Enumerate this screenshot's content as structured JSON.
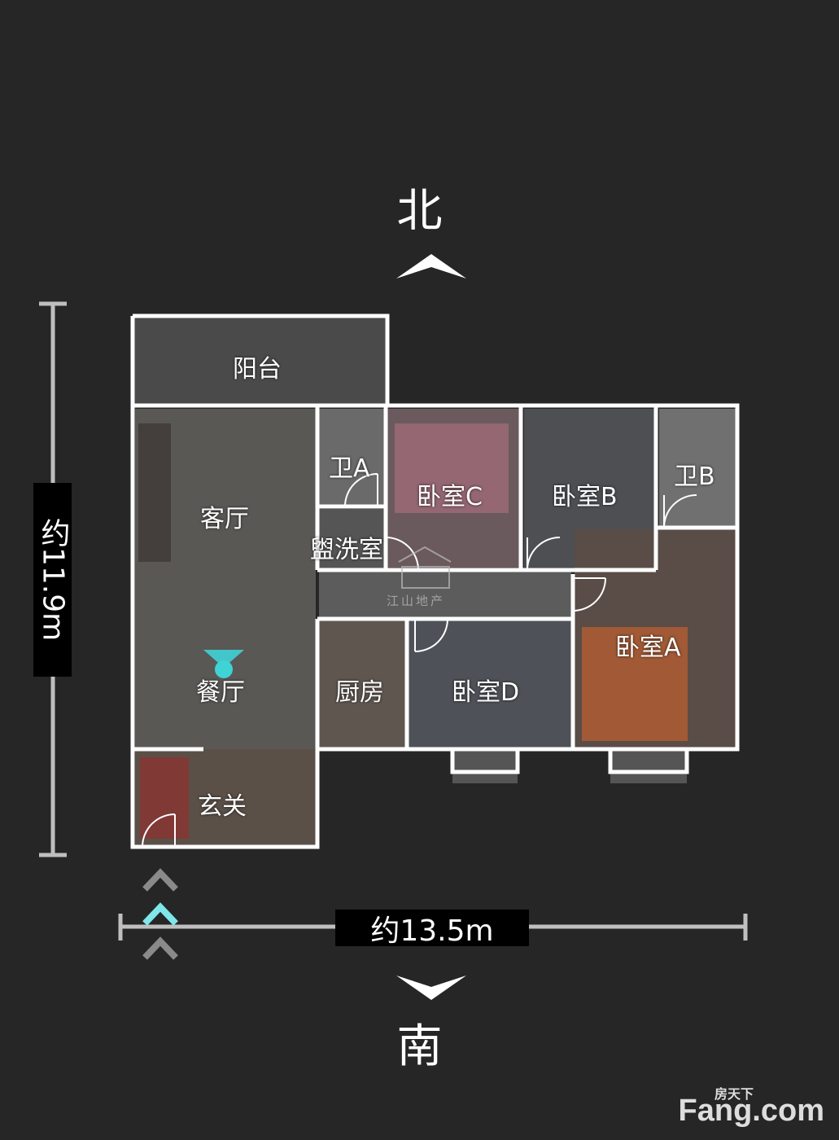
{
  "compass": {
    "north": "北",
    "south": "南"
  },
  "dimensions": {
    "height": "约11.9m",
    "width": "约13.5m"
  },
  "rooms": {
    "balcony": "阳台",
    "living": "客厅",
    "dining": "餐厅",
    "entrance": "玄关",
    "bath_a": "卫A",
    "wash": "盥洗室",
    "kitchen": "厨房",
    "bed_c": "卧室C",
    "bed_b": "卧室B",
    "bath_b": "卫B",
    "bed_a": "卧室A",
    "bed_d": "卧室D"
  },
  "watermark": {
    "center": "江山地产",
    "brand_top": "房天下",
    "brand_main": "Fang.com"
  },
  "colors": {
    "background": "#262626",
    "wall": "#ffffff",
    "marker": "#3fd3d6",
    "dim_bar": "#000000"
  }
}
